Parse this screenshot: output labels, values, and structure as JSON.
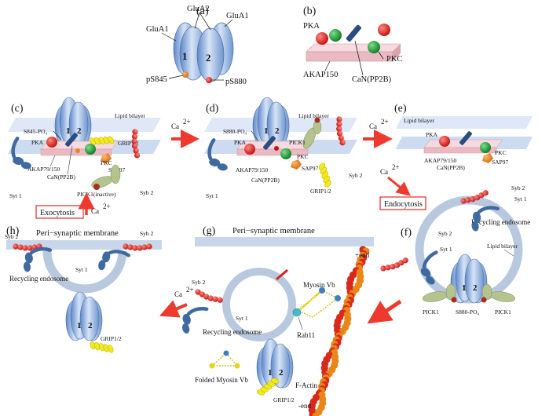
{
  "panels": {
    "a": "(a)",
    "b": "(b)",
    "c": "(c)",
    "d": "(d)",
    "e": "(e)",
    "f": "(f)",
    "g": "(g)",
    "h": "(h)"
  },
  "a": {
    "glua1_left": "GluA1",
    "glua2": "GluA2",
    "glua1_right": "GluA1",
    "sub1": "1",
    "sub2": "2",
    "ps845": "pS845",
    "ps880": "pS880"
  },
  "b": {
    "pka": "PKA",
    "pkc": "PKC",
    "akap": "AKAP150",
    "can": "CaN(PP2B)"
  },
  "c": {
    "s845": "S845-PO₄",
    "lipid": "Lipid bilayer",
    "grip": "GRIP1/2",
    "pka": "PKA",
    "akap": "AKAP79/150",
    "can": "CaN(PP2B)",
    "pkc": "PKC",
    "sap97": "SAP97",
    "pick1": "PICK1(inactive)",
    "syt": "Syt 1",
    "syb": "Syb 2",
    "sub1": "1",
    "sub2": "2"
  },
  "d": {
    "s880": "S880-PO₄",
    "lipid": "Lipid bilayer",
    "pick1": "PICK1",
    "pka": "PKA",
    "akap": "AKAP79/150",
    "pkc": "PKC",
    "can": "CaN(PP2B)",
    "sap97": "SAP97",
    "syt": "Syt 1",
    "syb": "Syb 2",
    "grip": "GRIP1/2",
    "sub1": "1",
    "sub2": "2"
  },
  "e": {
    "lipid": "Lipid bilayer",
    "pka": "PKA",
    "pkc": "PKC",
    "akap": "AKAP79/150",
    "can": "CaN(PP2B)",
    "sap97": "SAP97"
  },
  "f": {
    "syb2_top": "Syb 2",
    "syt1_top": "Syt 1",
    "recycling": "Recycling endosome",
    "syb2_left": "Syb 2",
    "syt1_left": "Syt 1",
    "lipid": "Lipid bilayer",
    "pick1_left": "PICK1",
    "s880": "S880-PO₄",
    "pick1_right": "PICK1",
    "sub1": "1",
    "sub2": "2"
  },
  "g": {
    "membrane": "Peri−synaptic membrane",
    "plus_end": "+end",
    "syb": "Syb 2",
    "myosin": "Myosin Vb",
    "recycling": "Recycling endosome",
    "syt": "Syt 1",
    "rab11": "Rab11",
    "folded": "Folded Myosin Vb",
    "grip": "GRIP1/2",
    "factin": "F-Actin",
    "minus_end": "-end",
    "sub1": "1",
    "sub2": "2"
  },
  "h": {
    "membrane": "Peri−synaptic membrane",
    "syb_left": "Syb 2",
    "syb_right": "Syb 2",
    "syt": "Syt 1",
    "recycling": "Recycling endosome",
    "grip": "GRIP1/2",
    "sub1": "1",
    "sub2": "2"
  },
  "arrows": {
    "ca1": "Ca",
    "ca2": "Ca",
    "ca3": "Ca",
    "ca4": "Ca",
    "ca5": "Ca",
    "sup": "2+",
    "exocytosis": "Exocytosis",
    "endocytosis": "Endocytosis"
  },
  "colors": {
    "receptor": "#8fb2e0",
    "pka": "#d81e1e",
    "pkc": "#1f8f2e",
    "can": "#2b4c7e",
    "akap": "#f2c7cf",
    "sap97": "#e89a3c",
    "pick1": "#b5c38f",
    "grip": "#f2ea1a",
    "syb": "#e01f1f",
    "syt": "#3f6aa0",
    "endosome": "#b8c9df",
    "membrane": "#c8d6ea",
    "arrow": "#ee3a2e",
    "actin_red": "#d8291c",
    "actin_orange": "#e8861a"
  }
}
